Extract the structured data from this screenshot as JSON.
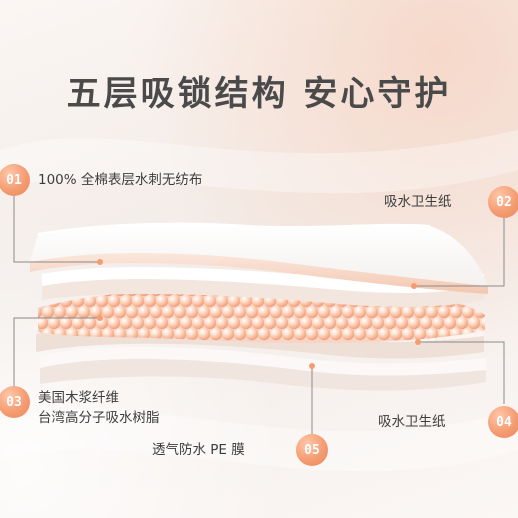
{
  "headline": "五层吸锁结构 安心守护",
  "callouts": [
    {
      "number": "01",
      "lines": [
        "100% 全棉表层水刺无纺布"
      ]
    },
    {
      "number": "02",
      "lines": [
        "吸水卫生纸"
      ]
    },
    {
      "number": "03",
      "lines": [
        "美国木浆纤维",
        "台湾高分子吸水树脂"
      ]
    },
    {
      "number": "04",
      "lines": [
        "吸水卫生纸"
      ]
    },
    {
      "number": "05",
      "lines": [
        "透气防水 PE 膜"
      ]
    }
  ],
  "colors": {
    "accent": "#f29b72",
    "text": "#3d3d3d",
    "headline": "#4a4a4a",
    "line": "#8a8a8a"
  }
}
